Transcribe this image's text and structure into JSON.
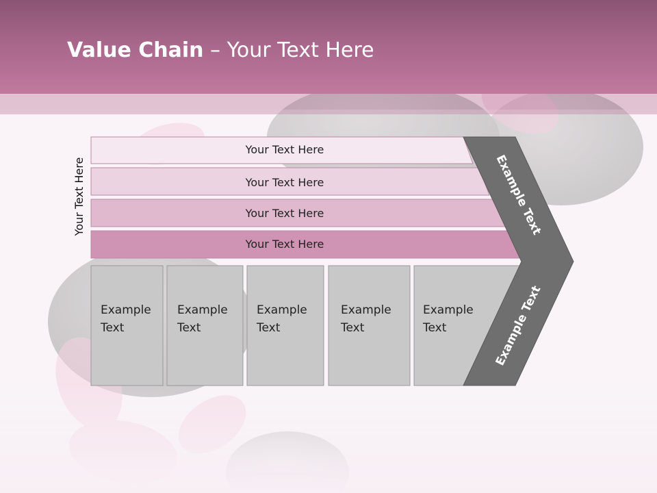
{
  "slide": {
    "title_bold": "Value Chain",
    "title_rest": " – Your Text Here",
    "vertical_label": "Your Text Here",
    "support_rows": [
      {
        "label": "Your Text Here",
        "color": "#f6e8f0"
      },
      {
        "label": "Your Text Here",
        "color": "#ecd3e2"
      },
      {
        "label": "Your Text Here",
        "color": "#e0b9cf"
      },
      {
        "label": "Your Text Here",
        "color": "#cf93b3"
      }
    ],
    "primary_boxes": [
      {
        "line1": "Example",
        "line2": "Text"
      },
      {
        "line1": "Example",
        "line2": "Text"
      },
      {
        "line1": "Example",
        "line2": "Text"
      },
      {
        "line1": "Example",
        "line2": "Text"
      },
      {
        "line1": "Example",
        "line2": "Text"
      }
    ],
    "chevron_top_label": "Example Text",
    "chevron_bottom_label": "Example Text"
  },
  "colors": {
    "header": "#a7668a",
    "box_fill": "#c8c8c8",
    "chevron": "#6f6f6f"
  }
}
